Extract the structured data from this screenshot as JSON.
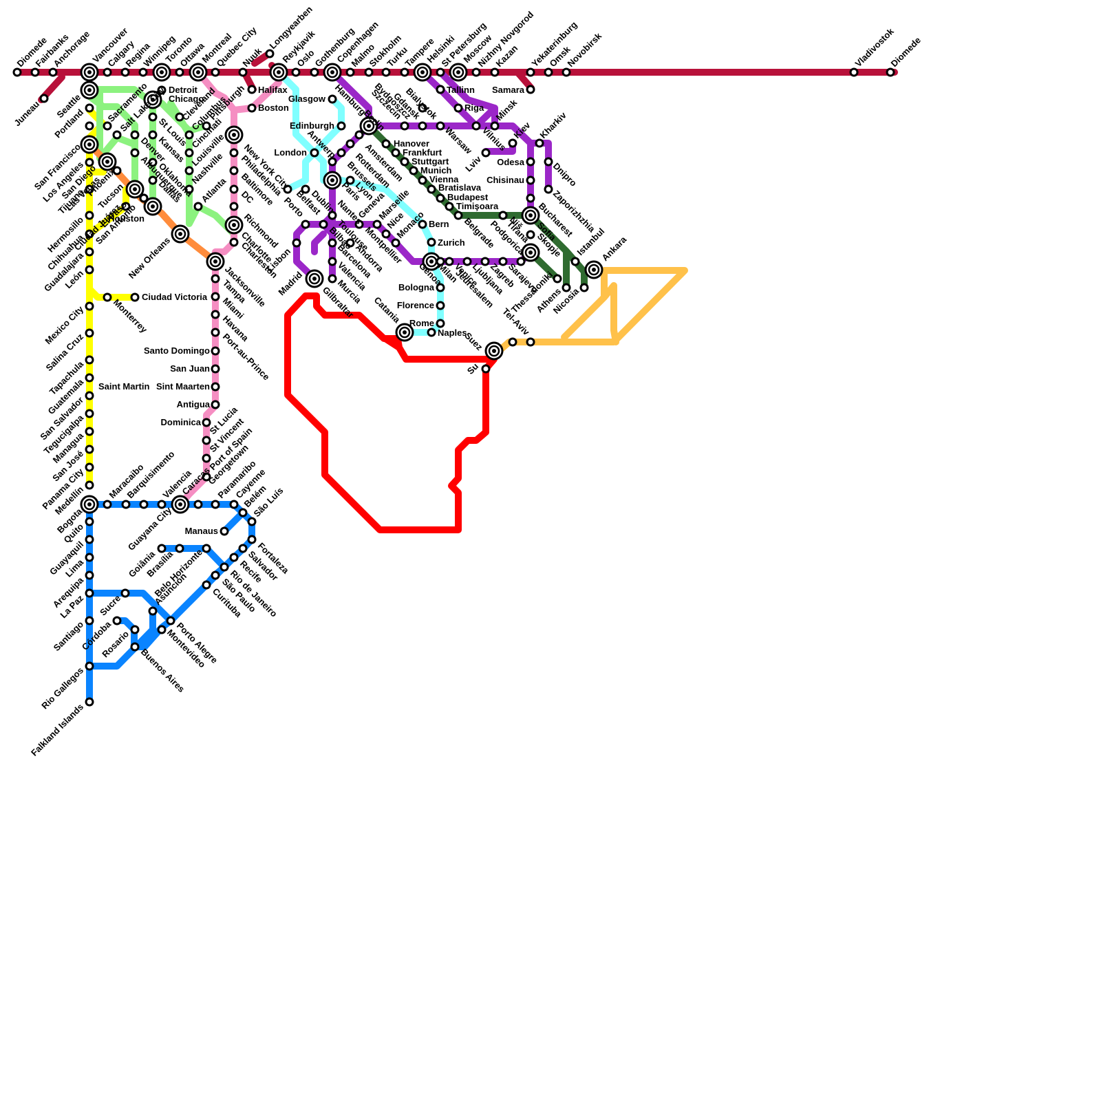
{
  "colors": {
    "crimson": "#b8113a",
    "pink": "#f58ec2",
    "lightgreen": "#8cf27f",
    "yellow": "#ffff00",
    "orange": "#ff8c3c",
    "cyan": "#80ffff",
    "purple": "#9b27c8",
    "darkgreen": "#2f6b30",
    "red": "#ff0000",
    "blue": "#0a84ff",
    "gold": "#ffc14a"
  },
  "stations": [
    {
      "name": "Diomede"
    },
    {
      "name": "Fairbanks"
    },
    {
      "name": "Anchorage"
    },
    {
      "name": "Juneau"
    },
    {
      "name": "Vancouver"
    },
    {
      "name": "Calgary"
    },
    {
      "name": "Regina"
    },
    {
      "name": "Winnipeg"
    },
    {
      "name": "Toronto"
    },
    {
      "name": "Ottawa"
    },
    {
      "name": "Montreal"
    },
    {
      "name": "Quebec City"
    },
    {
      "name": "Nuuk"
    },
    {
      "name": "Longyearben"
    },
    {
      "name": "Halifax"
    },
    {
      "name": "Boston"
    },
    {
      "name": "Reykjavik"
    },
    {
      "name": "Oslo"
    },
    {
      "name": "Gothenburg"
    },
    {
      "name": "Copenhagen"
    },
    {
      "name": "Malmo"
    },
    {
      "name": "Stokholm"
    },
    {
      "name": "Turku"
    },
    {
      "name": "Tampere"
    },
    {
      "name": "Helsinki"
    },
    {
      "name": "St Petersburg"
    },
    {
      "name": "Moscow"
    },
    {
      "name": "Nizhny Novgorod"
    },
    {
      "name": "Kazan"
    },
    {
      "name": "Yekaterinburg"
    },
    {
      "name": "Omsk"
    },
    {
      "name": "Novobirsk"
    },
    {
      "name": "Vladivostok"
    },
    {
      "name": "Diomede"
    },
    {
      "name": "Samara"
    },
    {
      "name": "Seattle"
    },
    {
      "name": "Portland"
    },
    {
      "name": "Sacramento"
    },
    {
      "name": "San Francisco"
    },
    {
      "name": "Los Angeles"
    },
    {
      "name": "San Diego"
    },
    {
      "name": "Las Vegas"
    },
    {
      "name": "Tijuana"
    },
    {
      "name": "Phoenix"
    },
    {
      "name": "Tucson"
    },
    {
      "name": "El Paso"
    },
    {
      "name": "Ciudad Juárez"
    },
    {
      "name": "Salt Lake City"
    },
    {
      "name": "Denver"
    },
    {
      "name": "Albuquerque"
    },
    {
      "name": "Detroit"
    },
    {
      "name": "Chicago"
    },
    {
      "name": "St Louis"
    },
    {
      "name": "Kansas"
    },
    {
      "name": "Oklahoma"
    },
    {
      "name": "Dallas"
    },
    {
      "name": "San Antonio"
    },
    {
      "name": "Houston"
    },
    {
      "name": "New Orleans"
    },
    {
      "name": "Cleveland"
    },
    {
      "name": "Pittsburgh"
    },
    {
      "name": "Columbus"
    },
    {
      "name": "Cincinati"
    },
    {
      "name": "Louisville"
    },
    {
      "name": "Nashville"
    },
    {
      "name": "Atlanta"
    },
    {
      "name": "New York City"
    },
    {
      "name": "Philadelphia"
    },
    {
      "name": "Baltimore"
    },
    {
      "name": "DC"
    },
    {
      "name": "Richmond"
    },
    {
      "name": "Charlotte"
    },
    {
      "name": "Charleston"
    },
    {
      "name": "Jacksonville"
    },
    {
      "name": "Tampa"
    },
    {
      "name": "Miami"
    },
    {
      "name": "Havana"
    },
    {
      "name": "Port-au-Prince"
    },
    {
      "name": "Santo Domingo"
    },
    {
      "name": "San Juan"
    },
    {
      "name": "Sint Maarten"
    },
    {
      "name": "Antigua"
    },
    {
      "name": "Dominica"
    },
    {
      "name": "St Lucia"
    },
    {
      "name": "St Vincent"
    },
    {
      "name": "Port of Spain"
    },
    {
      "name": "Georgetown"
    },
    {
      "name": "Paramaribo"
    },
    {
      "name": "Cayenne"
    },
    {
      "name": "Belém"
    },
    {
      "name": "São Luís"
    },
    {
      "name": "Fortaleza"
    },
    {
      "name": "Manaus"
    },
    {
      "name": "Recife"
    },
    {
      "name": "Salvador"
    },
    {
      "name": "Rio de Janeiro"
    },
    {
      "name": "São Paulo"
    },
    {
      "name": "Curituba"
    },
    {
      "name": "Belo Horizonte"
    },
    {
      "name": "Brasília"
    },
    {
      "name": "Goiânia"
    },
    {
      "name": "Guayana City"
    },
    {
      "name": "Caracas"
    },
    {
      "name": "Valencia"
    },
    {
      "name": "Barquisimento"
    },
    {
      "name": "Maracaibo"
    },
    {
      "name": "Bogota"
    },
    {
      "name": "Quito"
    },
    {
      "name": "Guayaquil"
    },
    {
      "name": "Lima"
    },
    {
      "name": "Arequipa"
    },
    {
      "name": "La Paz"
    },
    {
      "name": "Sucre"
    },
    {
      "name": "Asunción"
    },
    {
      "name": "Porto Alegre"
    },
    {
      "name": "Montevideo"
    },
    {
      "name": "Buenos Aires"
    },
    {
      "name": "Rosario"
    },
    {
      "name": "Córdoba"
    },
    {
      "name": "Santiago"
    },
    {
      "name": "Rio Gallegos"
    },
    {
      "name": "Falkland Islands"
    },
    {
      "name": "Hermosillo"
    },
    {
      "name": "Chihuahua"
    },
    {
      "name": "Guadalajara"
    },
    {
      "name": "León"
    },
    {
      "name": "Mexico City"
    },
    {
      "name": "Monterrey"
    },
    {
      "name": "Ciudad Victoria"
    },
    {
      "name": "Salina Cruz"
    },
    {
      "name": "Tapachula"
    },
    {
      "name": "Guatemala"
    },
    {
      "name": "San Salvador"
    },
    {
      "name": "Tegucigalpa"
    },
    {
      "name": "Managua"
    },
    {
      "name": "San José"
    },
    {
      "name": "Panama City"
    },
    {
      "name": "Medellín"
    },
    {
      "name": "Saint Martin"
    },
    {
      "name": "Glasgow"
    },
    {
      "name": "Edinburgh"
    },
    {
      "name": "Hamburg"
    },
    {
      "name": "London"
    },
    {
      "name": "Antwerp"
    },
    {
      "name": "Belfast"
    },
    {
      "name": "Dublin"
    },
    {
      "name": "Porto"
    },
    {
      "name": "Lisbon"
    },
    {
      "name": "Madrid"
    },
    {
      "name": "Gilbraltar"
    },
    {
      "name": "Bilbao"
    },
    {
      "name": "Toulouse"
    },
    {
      "name": "Barcelona"
    },
    {
      "name": "Valencia"
    },
    {
      "name": "Murcia"
    },
    {
      "name": "Andorra"
    },
    {
      "name": "Montpellier"
    },
    {
      "name": "Nantes"
    },
    {
      "name": "Paris"
    },
    {
      "name": "Brussels"
    },
    {
      "name": "Rotterdam"
    },
    {
      "name": "Amsterdam"
    },
    {
      "name": "Berlin"
    },
    {
      "name": "Lyon"
    },
    {
      "name": "Geneva"
    },
    {
      "name": "Marseille"
    },
    {
      "name": "Nice"
    },
    {
      "name": "Monaco"
    },
    {
      "name": "Bern"
    },
    {
      "name": "Zurich"
    },
    {
      "name": "Genoa"
    },
    {
      "name": "Milan"
    },
    {
      "name": "Bologna"
    },
    {
      "name": "Florence"
    },
    {
      "name": "Rome"
    },
    {
      "name": "Naples"
    },
    {
      "name": "Catania"
    },
    {
      "name": "Venice"
    },
    {
      "name": "Ljubljana"
    },
    {
      "name": "Zagreb"
    },
    {
      "name": "Sarajevo"
    },
    {
      "name": "Podgorica"
    },
    {
      "name": "Tirana"
    },
    {
      "name": "Skopje"
    },
    {
      "name": "Thessaloniki"
    },
    {
      "name": "Athens"
    },
    {
      "name": "Nicosia"
    },
    {
      "name": "Istanbul"
    },
    {
      "name": "Ankara"
    },
    {
      "name": "Sofia"
    },
    {
      "name": "Bucharest"
    },
    {
      "name": "Niš"
    },
    {
      "name": "Belgrade"
    },
    {
      "name": "Timişoara"
    },
    {
      "name": "Budapest"
    },
    {
      "name": "Bratislava"
    },
    {
      "name": "Vienna"
    },
    {
      "name": "Munich"
    },
    {
      "name": "Stuttgart"
    },
    {
      "name": "Frankfurt"
    },
    {
      "name": "Hanover"
    },
    {
      "name": "Szczecin"
    },
    {
      "name": "Gdansk"
    },
    {
      "name": "Bydgoszcz"
    },
    {
      "name": "Bialystok"
    },
    {
      "name": "Warsaw"
    },
    {
      "name": "Vilnius"
    },
    {
      "name": "Minsk"
    },
    {
      "name": "Riga"
    },
    {
      "name": "Tallinn"
    },
    {
      "name": "Kiev"
    },
    {
      "name": "Kharkiv"
    },
    {
      "name": "Dnipro"
    },
    {
      "name": "Zaporizhzhia"
    },
    {
      "name": "Lviv"
    },
    {
      "name": "Odesa"
    },
    {
      "name": "Chisinau"
    },
    {
      "name": "Jeuresalem"
    },
    {
      "name": "Tel-Aviv"
    },
    {
      "name": "Suez"
    },
    {
      "name": "Su"
    }
  ]
}
